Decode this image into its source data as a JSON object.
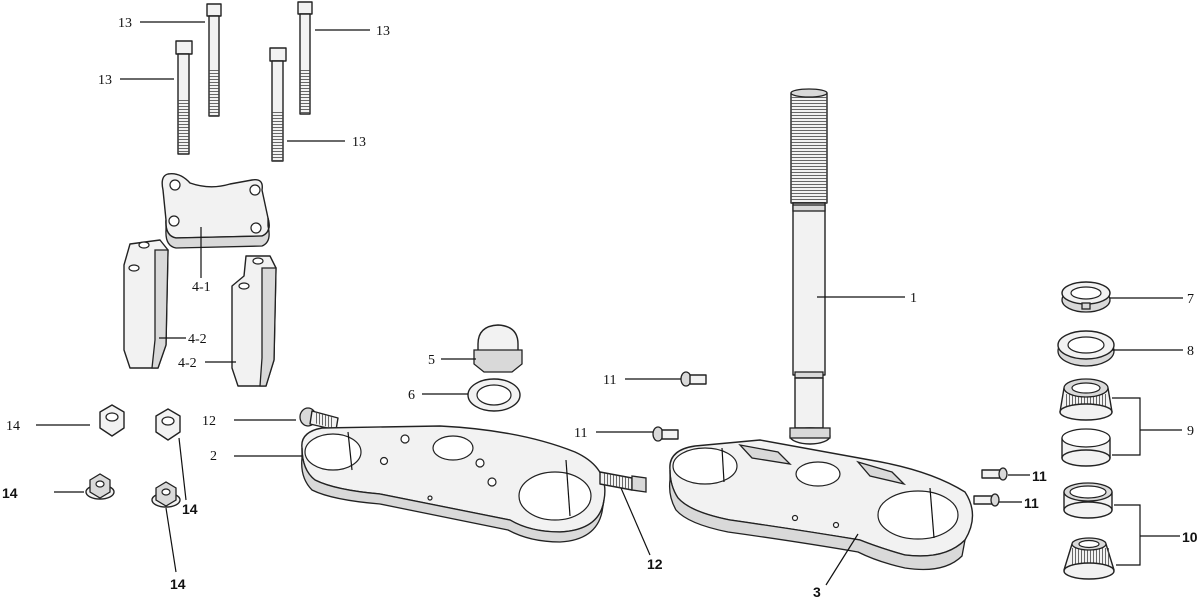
{
  "callouts": {
    "c1": "1",
    "c2": "2",
    "c3": "3",
    "c4_1": "4-1",
    "c4_2a": "4-2",
    "c4_2b": "4-2",
    "c5": "5",
    "c6": "6",
    "c7": "7",
    "c8": "8",
    "c9": "9",
    "c10": "10",
    "c11a": "11",
    "c11b": "11",
    "c11c": "11",
    "c11d": "11",
    "c12a": "12",
    "c12b": "12",
    "c13a": "13",
    "c13b": "13",
    "c13c": "13",
    "c13d": "13",
    "c14a": "14",
    "c14b": "14",
    "c14c": "14",
    "c14d": "14"
  }
}
